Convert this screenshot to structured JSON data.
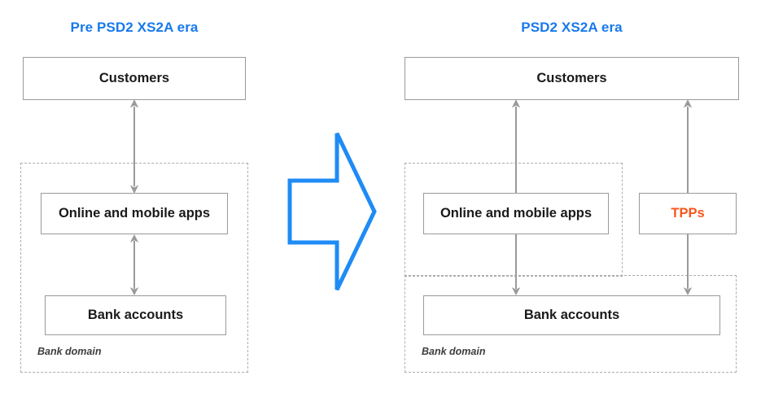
{
  "diagram": {
    "title_left": "Pre PSD2 XS2A era",
    "title_right": "PSD2 XS2A era",
    "colors": {
      "title_blue": "#1779ed",
      "accent_orange": "#f9561c",
      "box_border": "#9a9a9a",
      "dashed_border": "#adadad",
      "arrow_gray": "#9a9a9a",
      "big_arrow_blue": "#1f8bf5",
      "text_dark": "#1a1a1a",
      "background": "#ffffff"
    },
    "left_panel": {
      "title": "Pre PSD2 XS2A era",
      "nodes": [
        {
          "id": "customers",
          "label": "Customers"
        },
        {
          "id": "online-apps",
          "label": "Online and mobile apps"
        },
        {
          "id": "bank-accounts",
          "label": "Bank accounts"
        }
      ],
      "domain_label": "Bank domain",
      "connections": [
        {
          "from": "customers",
          "to": "online-apps",
          "style": "double-headed"
        },
        {
          "from": "online-apps",
          "to": "bank-accounts",
          "style": "double-headed"
        }
      ]
    },
    "right_panel": {
      "title": "PSD2 XS2A era",
      "nodes": [
        {
          "id": "customers",
          "label": "Customers"
        },
        {
          "id": "online-apps",
          "label": "Online and mobile apps"
        },
        {
          "id": "tpps",
          "label": "TPPs"
        },
        {
          "id": "bank-accounts",
          "label": "Bank accounts"
        }
      ],
      "domain_label": "Bank domain",
      "connections": [
        {
          "from": "online-apps",
          "to": "customers",
          "style": "single-up"
        },
        {
          "from": "tpps",
          "to": "customers",
          "style": "single-up"
        },
        {
          "from": "online-apps",
          "to": "bank-accounts",
          "style": "single-down"
        },
        {
          "from": "tpps",
          "to": "bank-accounts",
          "style": "single-down"
        }
      ]
    },
    "transition_arrow": {
      "icon": "right-block-arrow",
      "direction": "right",
      "fill": "none",
      "stroke": "#1f8bf5"
    }
  }
}
